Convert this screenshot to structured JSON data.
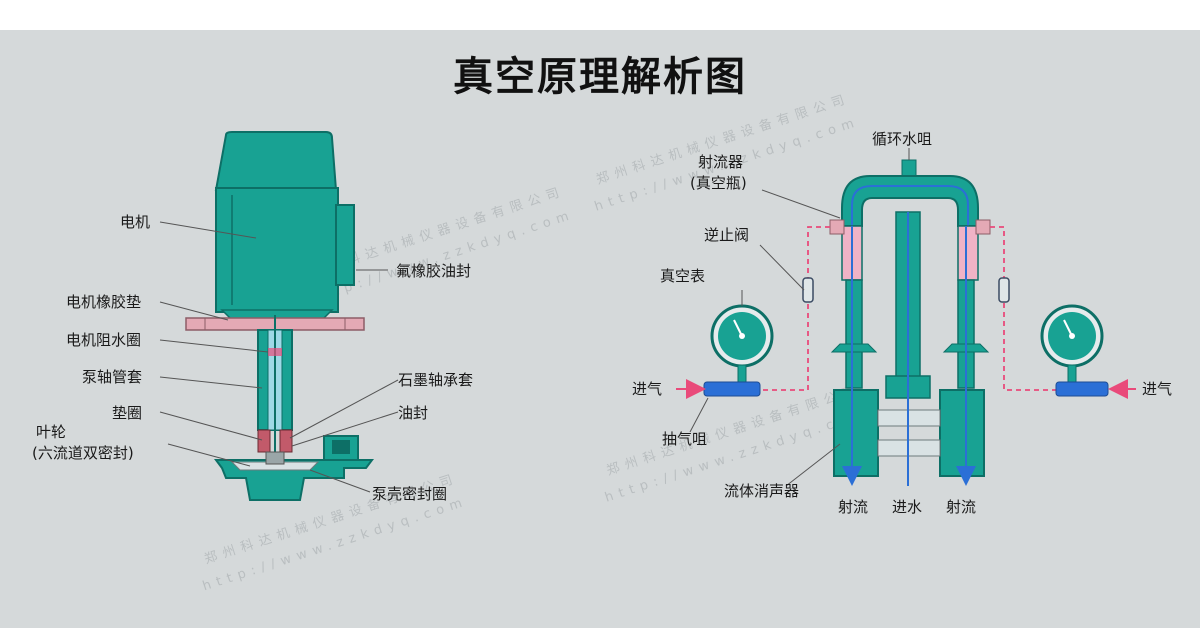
{
  "title": "真空原理解析图",
  "colors": {
    "teal": "#18a293",
    "teal_dark": "#0d6f66",
    "pink": "#e94a7a",
    "blue": "#2b6fd6",
    "pale_pink": "#efb3c6",
    "flange": "#e4a9b5"
  },
  "pump_labels": {
    "motor": "电机",
    "fluoro_seal": "氟橡胶油封",
    "motor_gasket": "电机橡胶垫",
    "motor_water_ring": "电机阻水圈",
    "shaft_sleeve": "泵轴管套",
    "graphite_bearing": "石墨轴承套",
    "washer": "垫圈",
    "oil_seal": "油封",
    "impeller_1": "叶轮",
    "impeller_2": "(六流道双密封)",
    "casing_seal": "泵壳密封圈"
  },
  "vacuum_labels": {
    "circ_nozzle": "循环水咀",
    "ejector_1": "射流器",
    "ejector_2": "(真空瓶)",
    "check_valve": "逆止阀",
    "gauge": "真空表",
    "air_in_left": "进气",
    "air_in_right": "进气",
    "suction_nozzle": "抽气咀",
    "muffler": "流体消声器",
    "jet_left": "射流",
    "water_in": "进水",
    "jet_right": "射流"
  },
  "watermark": {
    "company": "郑州科达机械仪器设备有限公司",
    "url": "http://www.zzkdyq.com"
  },
  "icons": [
    "vacuum-gauge-icon",
    "arrow-right-icon",
    "arrow-left-icon",
    "arrow-down-icon"
  ]
}
